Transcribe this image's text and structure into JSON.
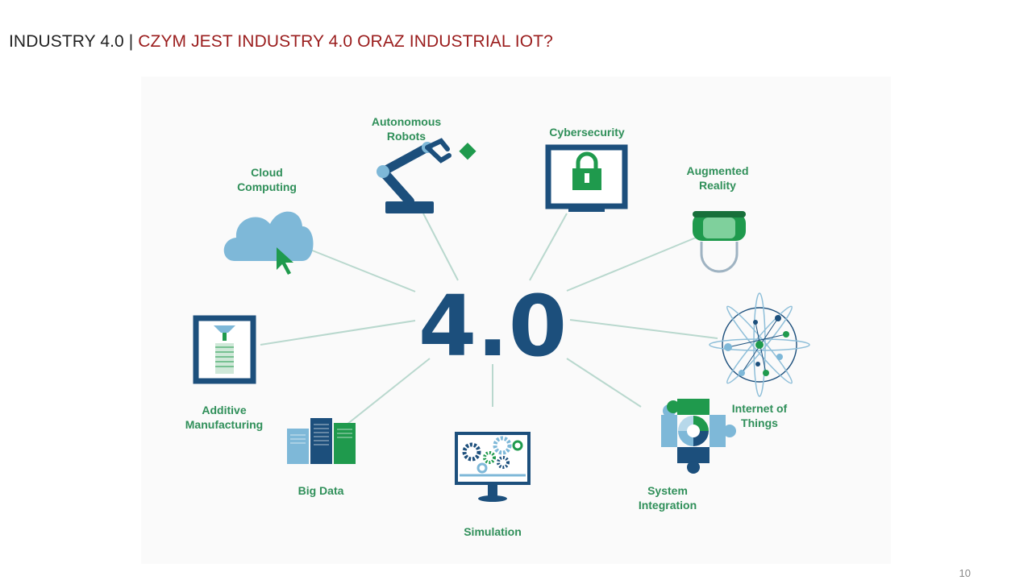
{
  "title": {
    "prefix": "INDUSTRY 4.0",
    "separator": "|",
    "main": "CZYM JEST INDUSTRY 4.0 ORAZ INDUSTRIAL IOT?"
  },
  "diagram": {
    "center_label": "4.0",
    "nodes": [
      {
        "id": "cloud",
        "label": "Cloud\nComputing",
        "icon": "cloud-icon"
      },
      {
        "id": "robots",
        "label": "Autonomous\nRobots",
        "icon": "robot-arm-icon"
      },
      {
        "id": "cyber",
        "label": "Cybersecurity",
        "icon": "padlock-monitor-icon"
      },
      {
        "id": "ar",
        "label": "Augmented\nReality",
        "icon": "vr-headset-icon"
      },
      {
        "id": "iot",
        "label": "Internet of\nThings",
        "icon": "network-globe-icon"
      },
      {
        "id": "integration",
        "label": "System\nIntegration",
        "icon": "puzzle-icon"
      },
      {
        "id": "simulation",
        "label": "Simulation",
        "icon": "gears-monitor-icon"
      },
      {
        "id": "bigdata",
        "label": "Big Data",
        "icon": "server-racks-icon"
      },
      {
        "id": "additive",
        "label": "Additive\nManufacturing",
        "icon": "3d-printer-icon"
      }
    ]
  },
  "page_number": "10",
  "colors": {
    "navy": "#1c4f7c",
    "green": "#1f9a4d",
    "light_blue": "#7eb8d8",
    "label_green": "#2f8f59",
    "title_red": "#9a1c1c",
    "connector": "#b9d8ce"
  }
}
